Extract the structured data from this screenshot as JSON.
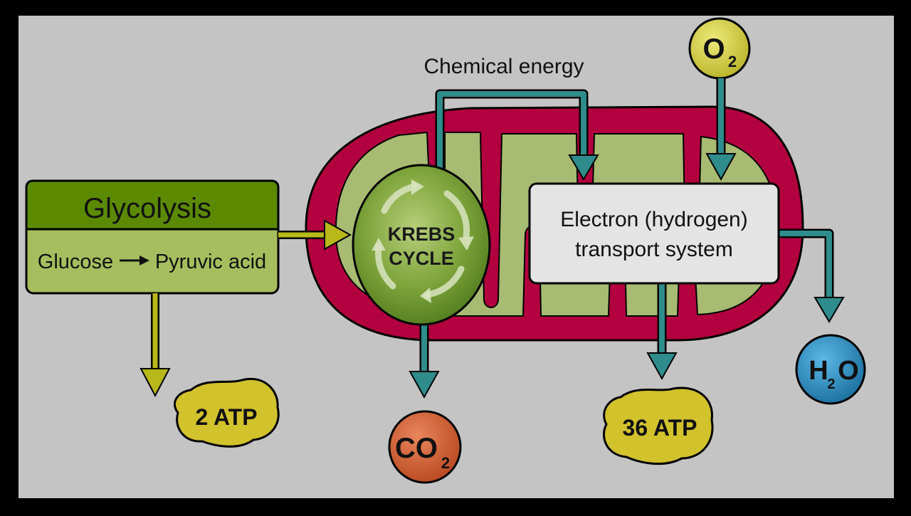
{
  "labels": {
    "chemical_energy": "Chemical energy",
    "glycolysis_title": "Glycolysis",
    "glucose": "Glucose",
    "pyruvic_acid": "Pyruvic acid",
    "krebs_line1": "KREBS",
    "krebs_line2": "CYCLE",
    "etc_line1": "Electron (hydrogen)",
    "etc_line2": "transport system",
    "atp_glycolysis": "2 ATP",
    "atp_etc": "36 ATP",
    "co2_main": "CO",
    "co2_sub": "2",
    "o2_main": "O",
    "o2_sub": "2",
    "h2o_h": "H",
    "h2o_sub": "2",
    "h2o_o": "O"
  },
  "colors": {
    "background": "#c4c4c4",
    "frame": "#000000",
    "mito_membrane": "#b3003f",
    "mito_inner": "#a8bb72",
    "glycolysis_header": "#5b8a00",
    "glycolysis_body": "#a6be5e",
    "krebs": "#6f9a2e",
    "teal_arrow": "#2f8c8c",
    "yellow_arrow": "#b8b81a",
    "atp_blob": "#d2c22c",
    "co2": "#d55d36",
    "o2": "#d8d448",
    "h2o": "#2a92c4",
    "etc_box": "#e4e4e4"
  }
}
